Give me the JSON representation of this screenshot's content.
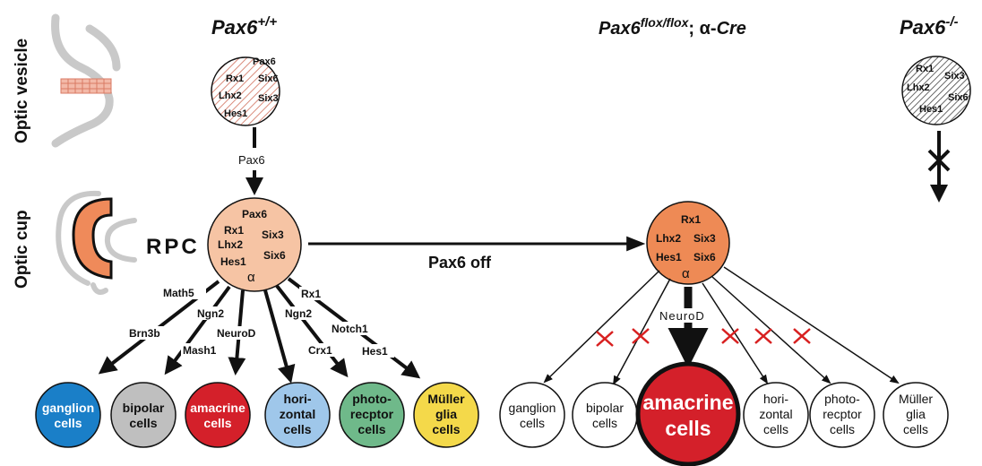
{
  "colors": {
    "ganglion": "#1a7fc8",
    "bipolar": "#bfbfbf",
    "amacrine": "#d4202a",
    "horizontal": "#9fc7ea",
    "photoreceptor": "#6fb98a",
    "muller": "#f4d94a",
    "rpc_pax6": "#f6c4a4",
    "rpc_cre": "#ee8a55",
    "cross": "#d82020",
    "hatch_red": "#d98a7a",
    "cup": "#ef8a5a"
  },
  "row_labels": {
    "vesicle": "Optic vesicle",
    "cup": "Optic cup"
  },
  "genotypes": {
    "wt": {
      "base": "Pax6",
      "sup": "+/+"
    },
    "cre": {
      "base": "Pax6",
      "sup": "flox/flox",
      "rest": "; α-",
      "cre": "Cre"
    },
    "ko": {
      "base": "Pax6",
      "sup": "-/-"
    }
  },
  "wt_vesicle": {
    "genes": [
      "Pax6",
      "Rx1",
      "Six6",
      "Lhx2",
      "Six3",
      "Hes1"
    ]
  },
  "ko_vesicle": {
    "genes": [
      "Rx1",
      "Six3",
      "Lhx2",
      "Six6",
      "Hes1"
    ]
  },
  "wt_arrow_label": "Pax6",
  "rpc": {
    "label": "RPC",
    "genes": [
      "Pax6",
      "Rx1",
      "Six3",
      "Lhx2",
      "Six6",
      "Hes1"
    ],
    "alpha": "α"
  },
  "pax6_off": "Pax6 off",
  "cre_rpc": {
    "genes": [
      "Rx1",
      "Lhx2",
      "Six3",
      "Hes1",
      "Six6"
    ],
    "alpha": "α"
  },
  "factors": {
    "math5": "Math5",
    "brn3b": "Brn3b",
    "ngn2a": "Ngn2",
    "mash1": "Mash1",
    "neurod": "NeuroD",
    "ngn2b": "Ngn2",
    "crx1": "Crx1",
    "rx1": "Rx1",
    "notch1": "Notch1",
    "hes1": "Hes1",
    "neurod_right": "NeuroD"
  },
  "wt_cells": [
    {
      "l1": "ganglion",
      "l2": "cells",
      "color": "#1a7fc8",
      "text": "#ffffff"
    },
    {
      "l1": "bipolar",
      "l2": "cells",
      "color": "#bfbfbf",
      "text": "#111111"
    },
    {
      "l1": "amacrine",
      "l2": "cells",
      "color": "#d4202a",
      "text": "#ffffff"
    },
    {
      "l1": "hori-",
      "l2": "zontal",
      "l3": "cells",
      "color": "#9fc7ea",
      "text": "#111111"
    },
    {
      "l1": "photo-",
      "l2": "recptor",
      "l3": "cells",
      "color": "#6fb98a",
      "text": "#111111"
    },
    {
      "l1": "Müller",
      "l2": "glia",
      "l3": "cells",
      "color": "#f4d94a",
      "text": "#111111"
    }
  ],
  "cre_cells": [
    {
      "l1": "ganglion",
      "l2": "cells"
    },
    {
      "l1": "bipolar",
      "l2": "cells"
    },
    {
      "l1": "amacrine",
      "l2": "cells"
    },
    {
      "l1": "hori-",
      "l2": "zontal",
      "l3": "cells"
    },
    {
      "l1": "photo-",
      "l2": "recptor",
      "l3": "cells"
    },
    {
      "l1": "Müller",
      "l2": "glia",
      "l3": "cells"
    }
  ]
}
